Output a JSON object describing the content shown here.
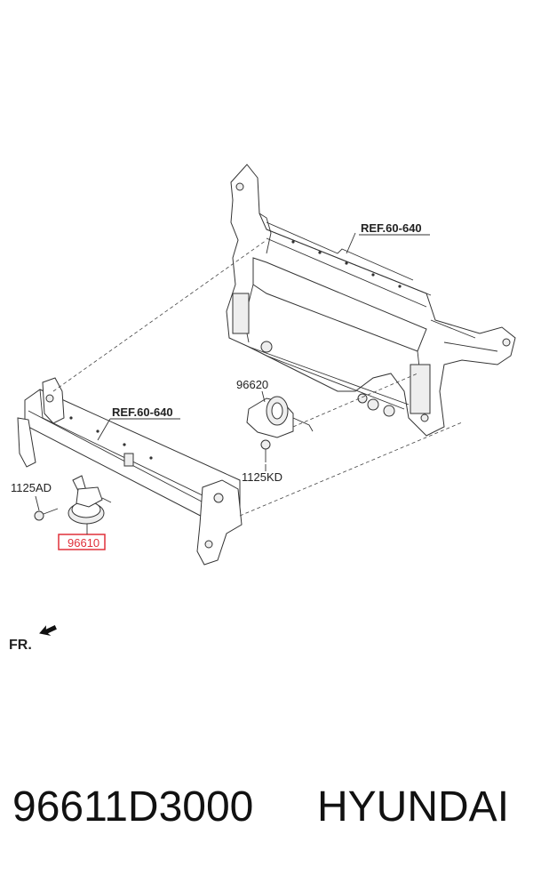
{
  "labels": {
    "ref_upper": "REF.60-640",
    "ref_lower": "REF.60-640",
    "part_96620": "96620",
    "part_1125kd": "1125KD",
    "part_1125ad": "1125AD",
    "part_96610": "96610",
    "front_marker": "FR."
  },
  "caption": {
    "part_number": "96611D3000",
    "brand": "HYUNDAI"
  },
  "colors": {
    "highlight": "#e0303a",
    "line": "#333333"
  }
}
